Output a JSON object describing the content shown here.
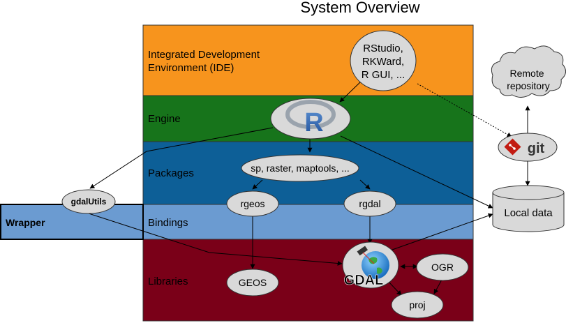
{
  "title": "System Overview",
  "colors": {
    "ide": "#f7941d",
    "engine": "#17741b",
    "packages": "#0d5f97",
    "bindings": "#6b9bd1",
    "libraries": "#7a0018",
    "node": "#d9d9d9",
    "git_red": "#c21b12"
  },
  "layers": [
    {
      "id": "ide",
      "label_line1": "Integrated Development",
      "label_line2": "Environment (IDE)"
    },
    {
      "id": "engine",
      "label": "Engine"
    },
    {
      "id": "packages",
      "label": "Packages"
    },
    {
      "id": "bindings",
      "label": "Bindings"
    },
    {
      "id": "libraries",
      "label": "Libraries"
    }
  ],
  "wrapper": {
    "label": "Wrapper"
  },
  "nodes": {
    "ide_apps": {
      "line1": "RStudio,",
      "line2": "RKWard,",
      "line3": "R GUI, ..."
    },
    "r_logo": {
      "letter": "R"
    },
    "packages": {
      "label": "sp, raster, maptools, ..."
    },
    "gdalutils": {
      "label": "gdalUtils"
    },
    "rgeos": {
      "label": "rgeos"
    },
    "rgdal": {
      "label": "rgdal"
    },
    "geos": {
      "label": "GEOS"
    },
    "gdal": {
      "label": "GDAL"
    },
    "ogr": {
      "label": "OGR"
    },
    "proj": {
      "label": "proj"
    },
    "remote": {
      "line1": "Remote",
      "line2": "repository"
    },
    "git": {
      "label": "git"
    },
    "local_data": {
      "label": "Local data"
    }
  }
}
